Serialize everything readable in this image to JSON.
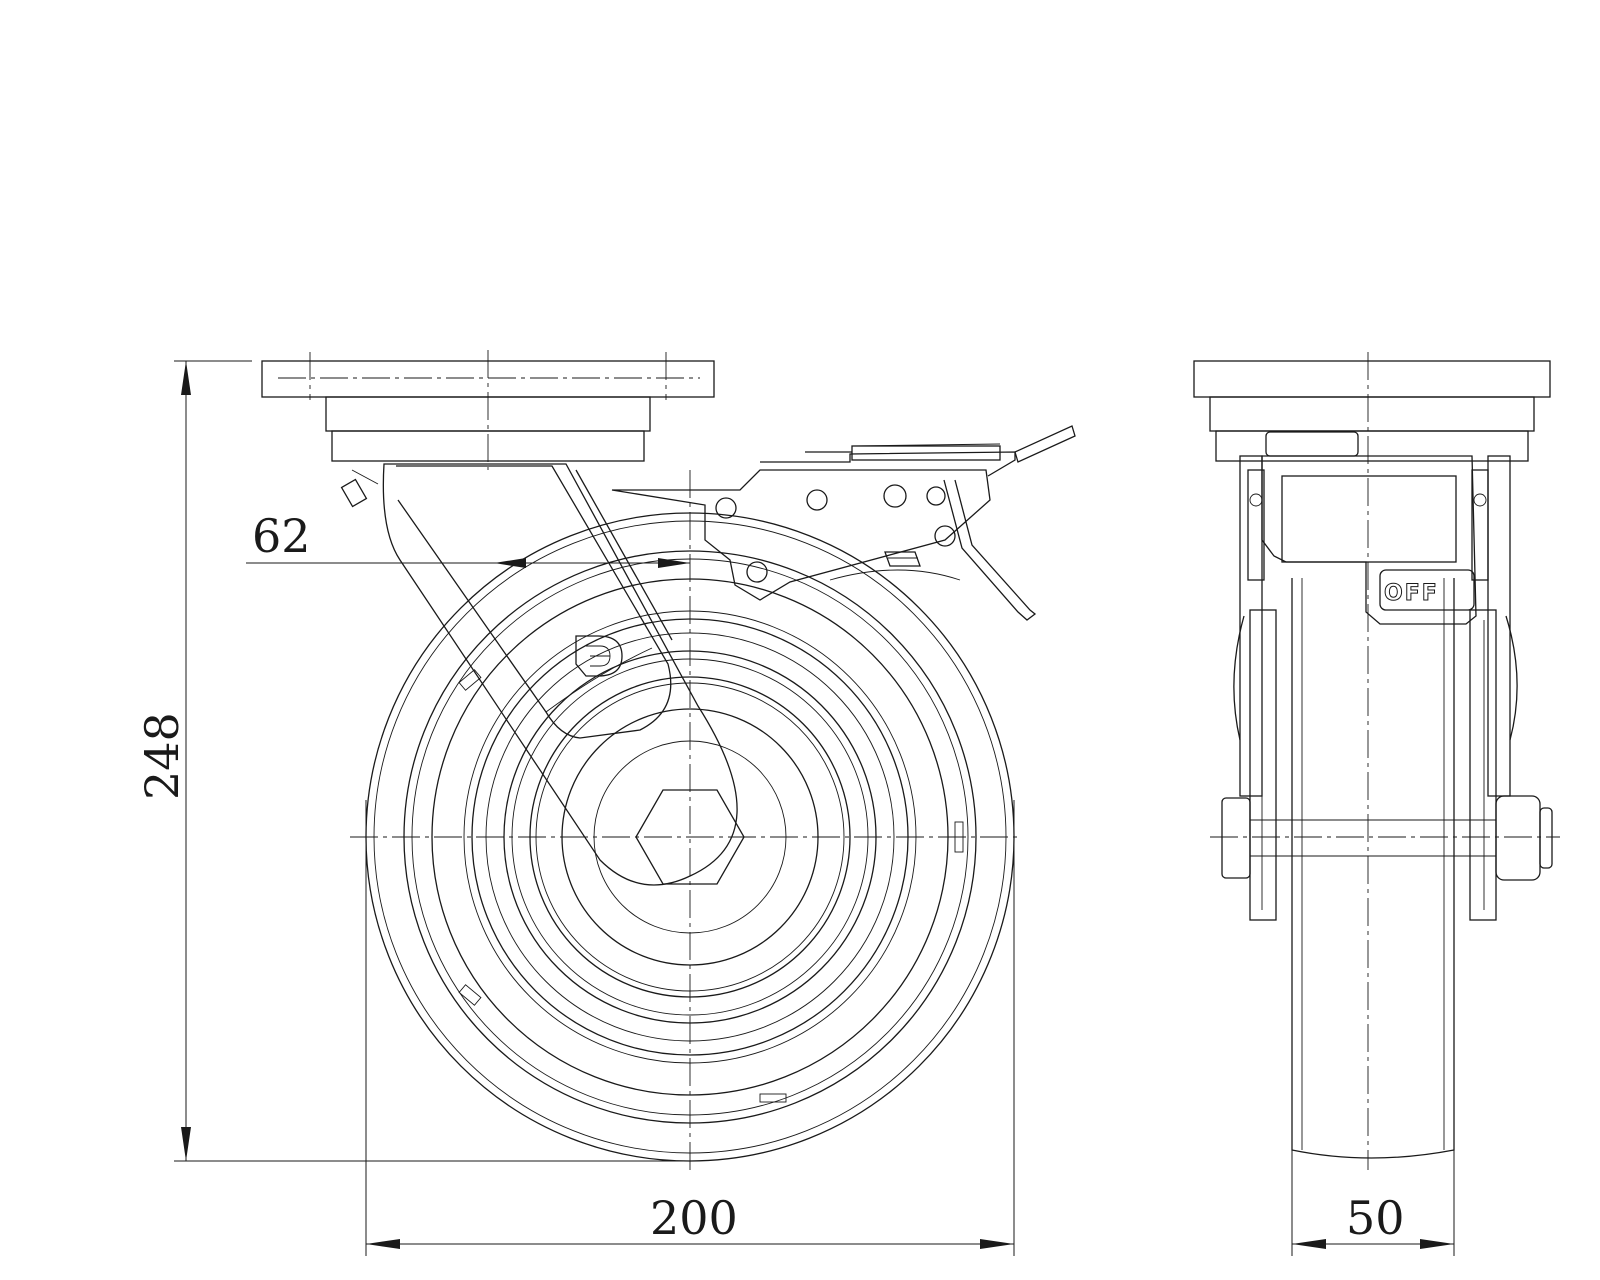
{
  "dimensions": {
    "overall_height": "248",
    "wheel_diameter": "200",
    "offset": "62",
    "wheel_width": "50"
  },
  "labels": {
    "brake_state": "OFF",
    "logo_letter": "D"
  }
}
